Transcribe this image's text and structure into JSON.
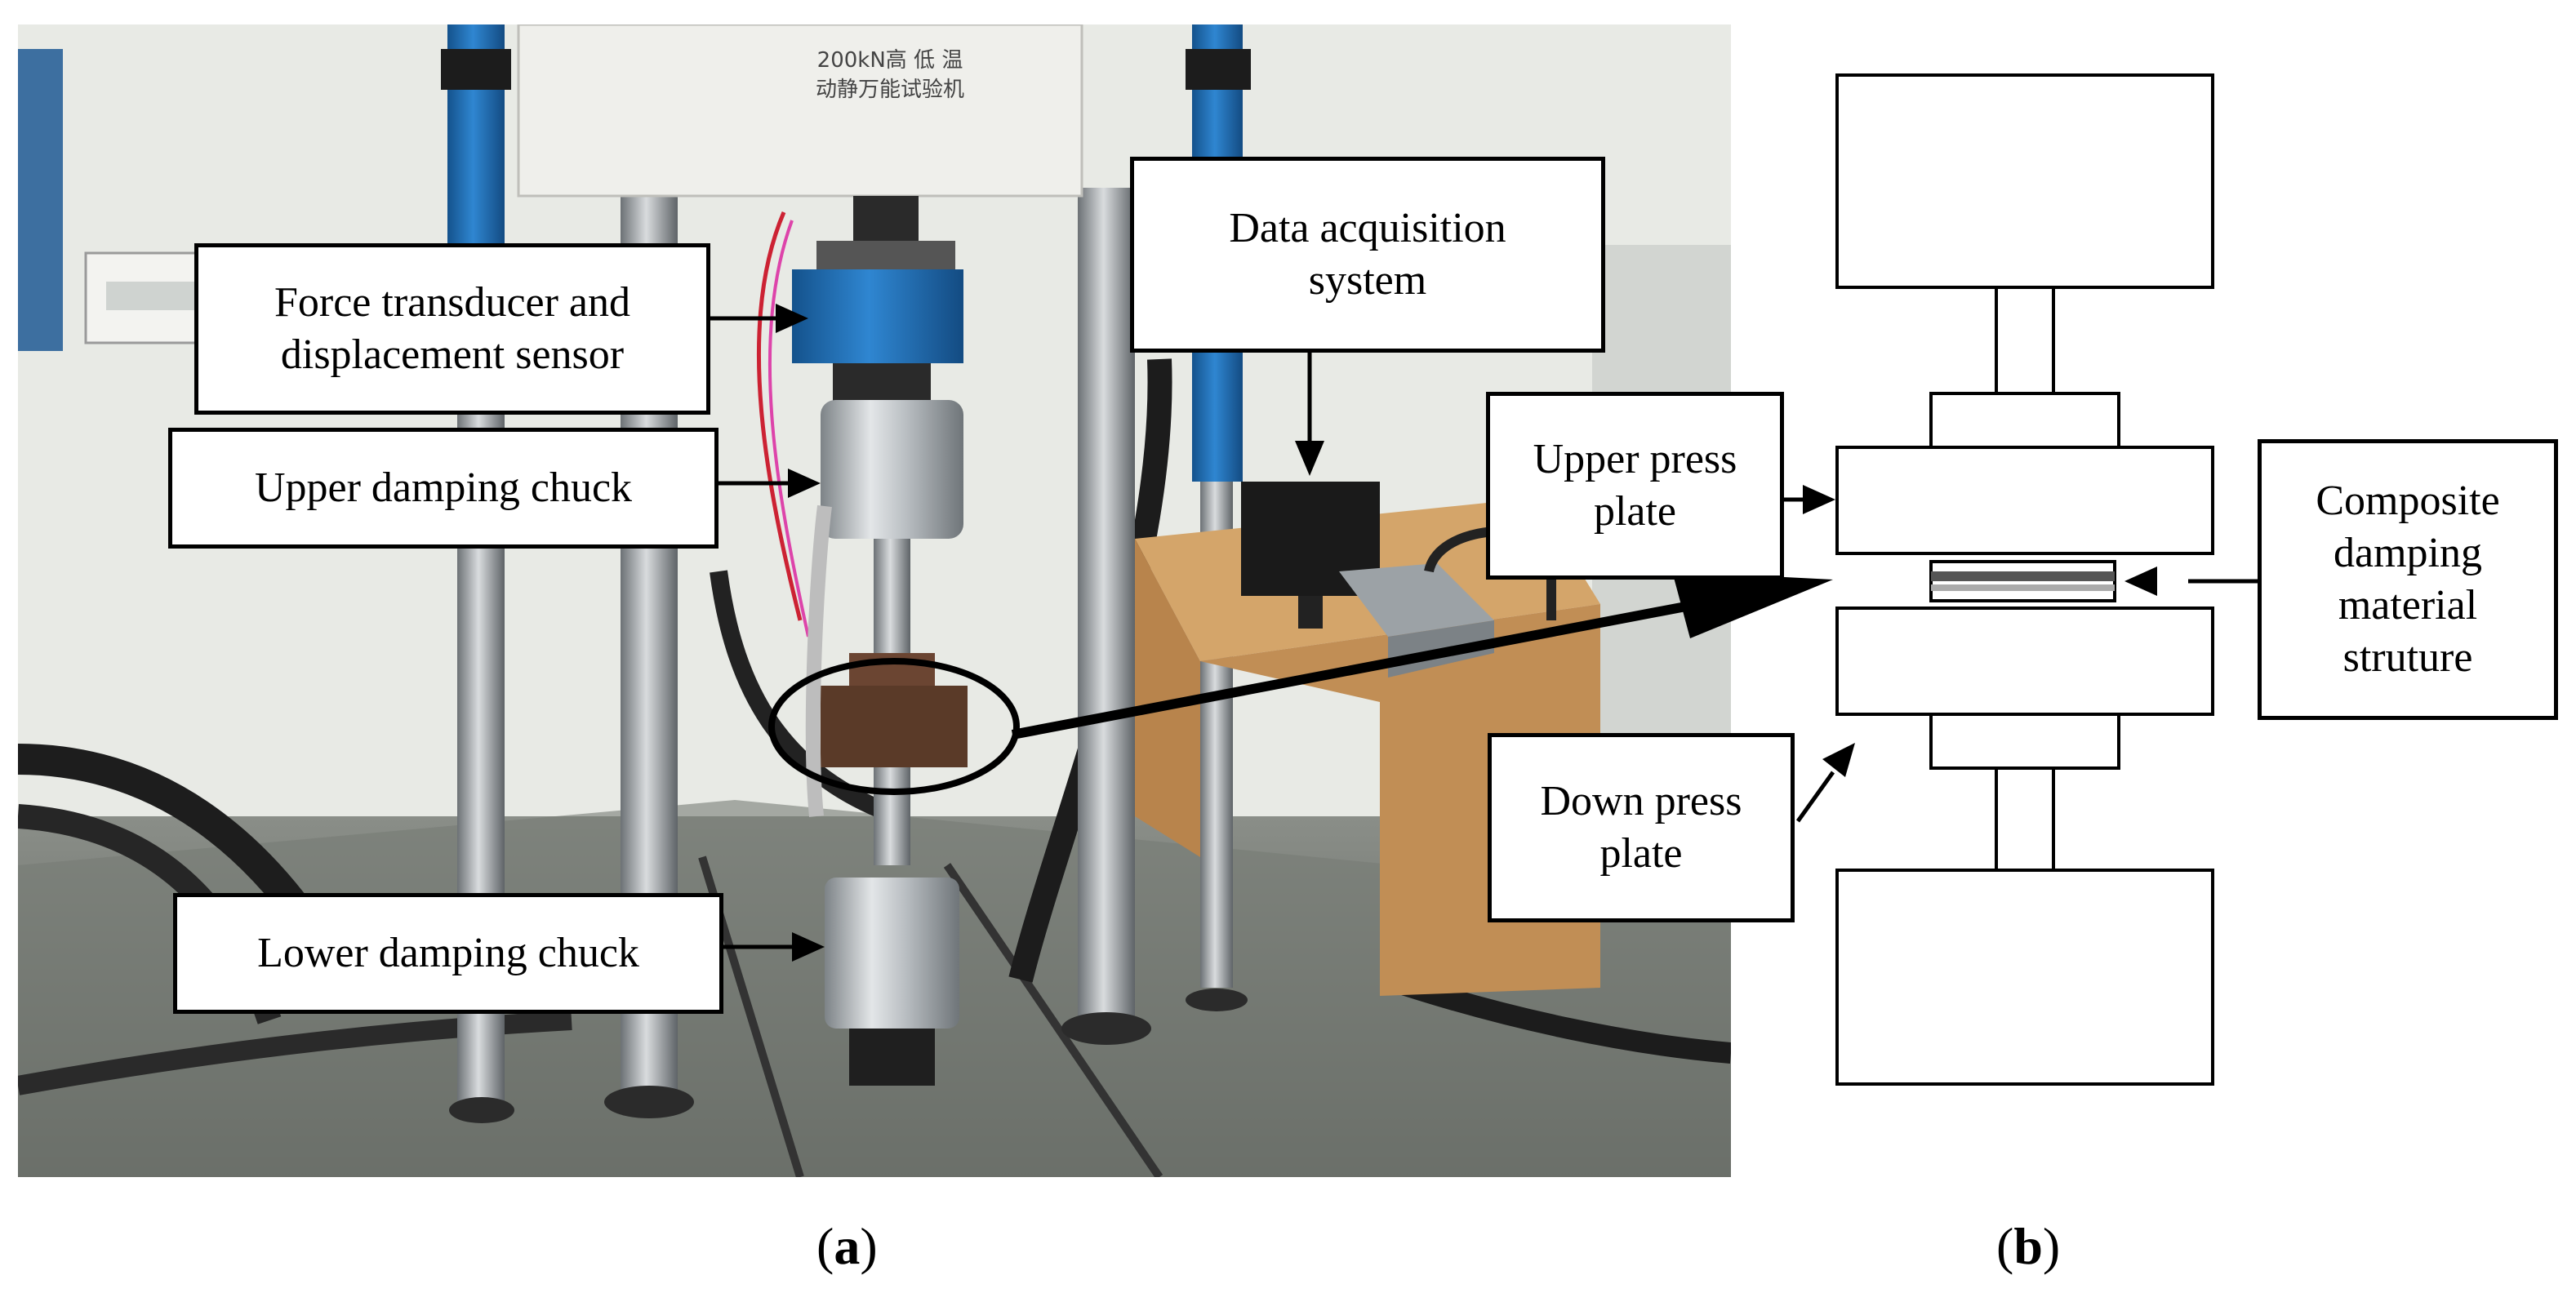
{
  "photo_text": {
    "machine_plate": "200kN高 低 温\n动静万能试验机"
  },
  "labels": {
    "force": "Force transducer and\ndisplacement sensor",
    "upper_chuck": "Upper damping chuck",
    "lower_chuck": "Lower damping chuck",
    "daq": "Data acquisition\nsystem",
    "upper_plate": "Upper press\nplate",
    "down_plate": "Down press\nplate",
    "composite": "Composite\ndamping\nmaterial\nstruture"
  },
  "panels": {
    "a": "a",
    "b": "b"
  },
  "colors": {
    "wall": "#e9ebe6",
    "floor": "#6b6f68",
    "column_blue": "#1f6fb8",
    "steel": "#a9aeb2",
    "desk": "#c99a60",
    "specimen": "#5a3a28"
  }
}
